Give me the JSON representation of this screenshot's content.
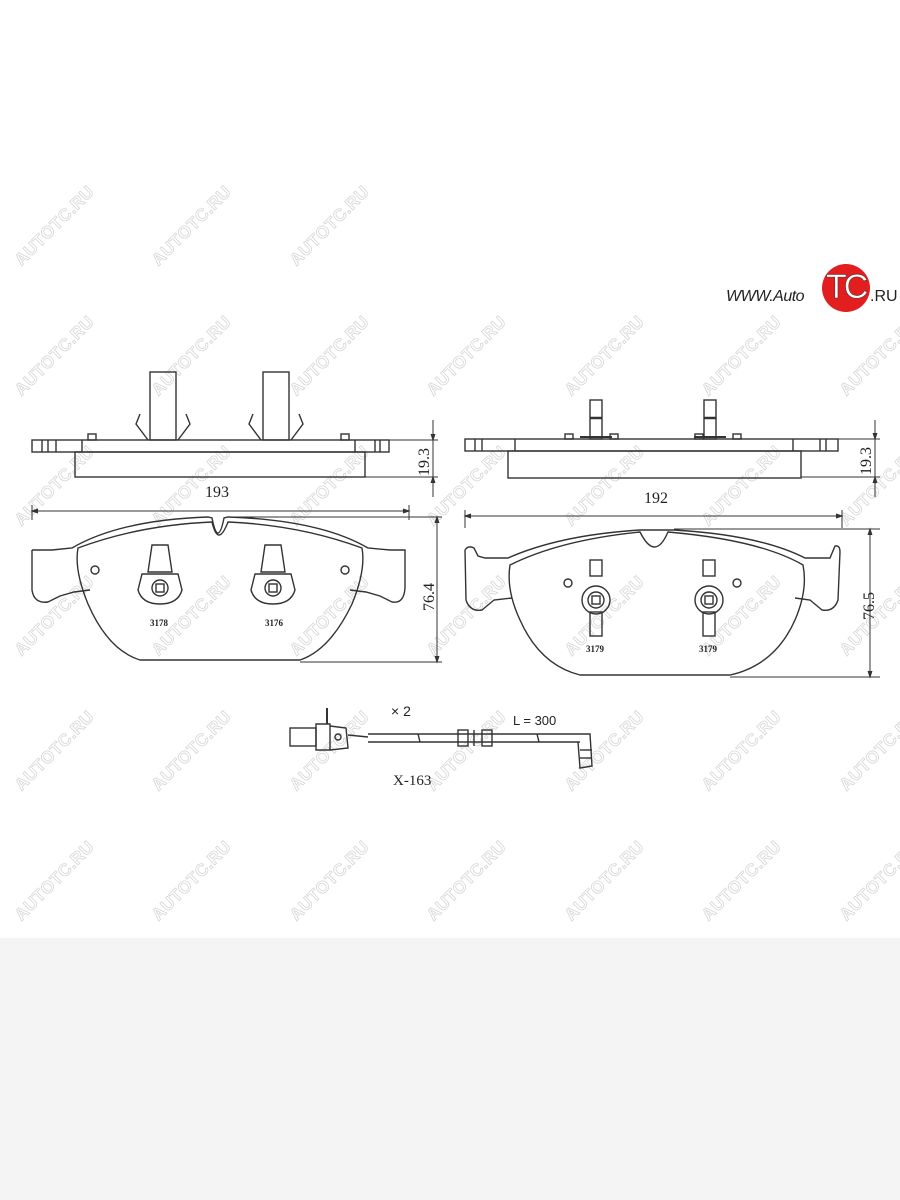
{
  "logo": {
    "prefix": "WWW.Auto",
    "highlight": "TC",
    "suffix": ".RU",
    "circle_color": "#e31e1e"
  },
  "watermark": {
    "text": "AUTOTC.RU",
    "color": "#d6d6d6"
  },
  "left_pad": {
    "width_dim": "193",
    "thickness_dim": "19.3",
    "height_dim": "76.4",
    "part_labels": [
      "3178",
      "3176"
    ]
  },
  "right_pad": {
    "width_dim": "192",
    "thickness_dim": "19.3",
    "height_dim": "76.5",
    "part_labels": [
      "3179",
      "3179"
    ]
  },
  "sensor": {
    "quantity": "× 2",
    "length": "L = 300",
    "code": "X-163"
  },
  "colors": {
    "line": "#333333",
    "background": "#ffffff",
    "footer_bg": "#f4f4f4"
  }
}
